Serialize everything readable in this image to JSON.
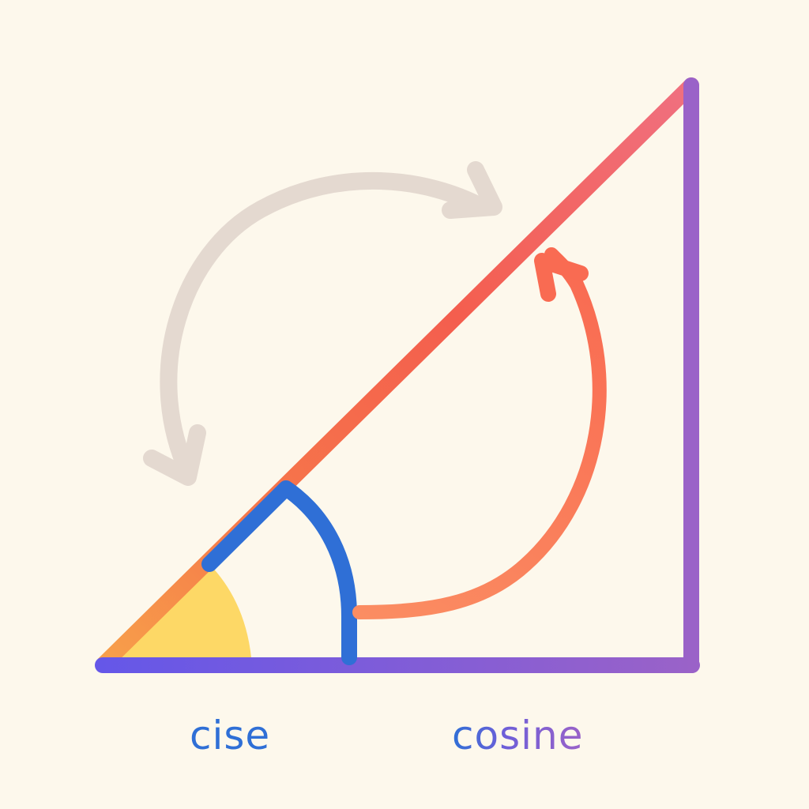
{
  "labels": {
    "left": "cise",
    "right": "cosine"
  },
  "colors": {
    "background": "#fdf8ec",
    "hypotenuse_start": "#f7a04a",
    "hypotenuse_end": "#f07080",
    "hypotenuse_mid": "#f45e4e",
    "base_start": "#6557e8",
    "base_end": "#9a62c8",
    "vertical_side": "#9a62c8",
    "angle_fill": "#fdd866",
    "angle_marker": "#2f6fd6",
    "orange_arrow": "#fb7f58",
    "beige_arrow": "#e4d9d0",
    "left_label": "#2f6fd6",
    "right_label_start": "#2f6fd6",
    "right_label_end": "#9a62c8"
  },
  "icons": {
    "orange_arrow": "arrow-head-up",
    "beige_arrow_top": "arrow-head-right",
    "beige_arrow_bottom": "arrow-head-down"
  }
}
